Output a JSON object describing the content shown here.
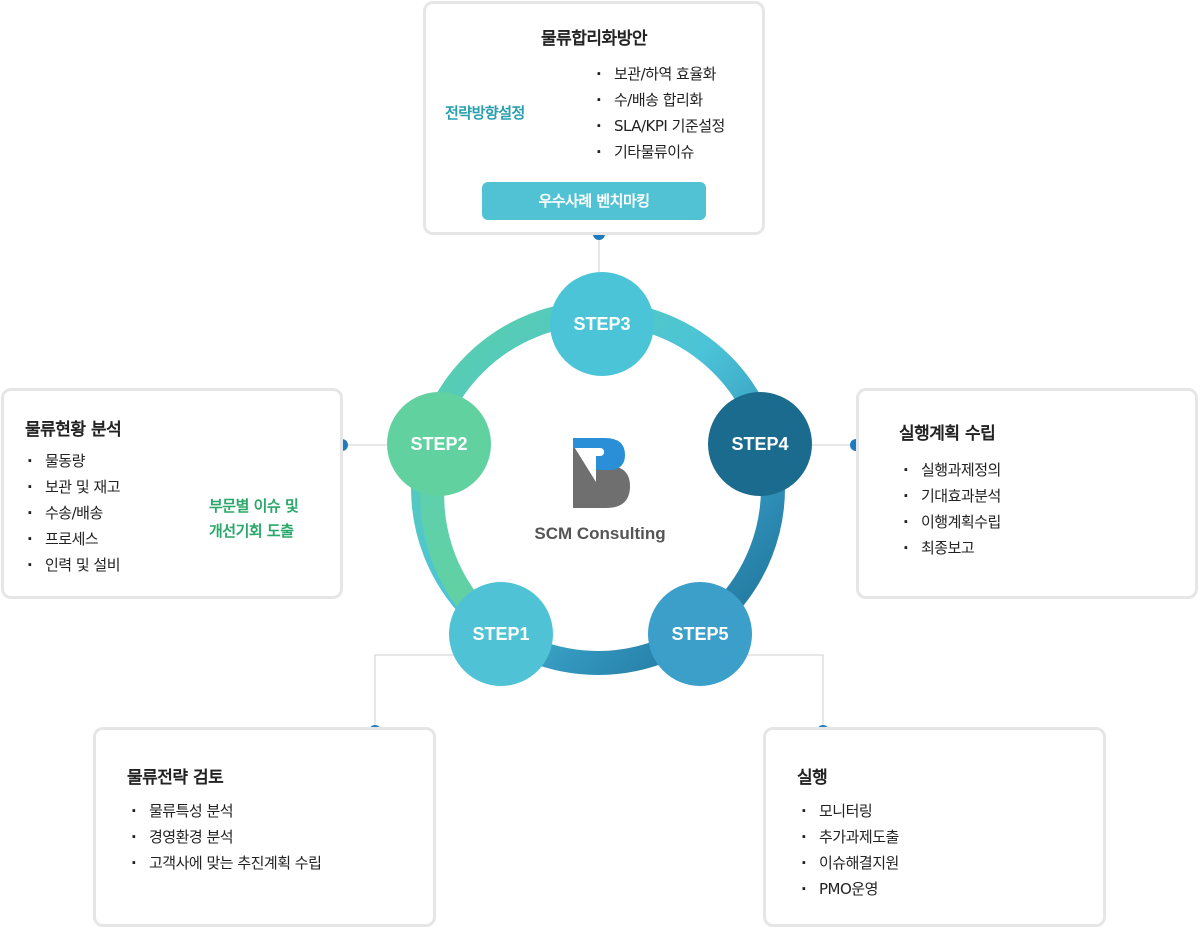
{
  "colors": {
    "step1": "#4fc3d5",
    "step2": "#62d1a0",
    "step3": "#4cc4d8",
    "step4": "#1b6b8e",
    "step5": "#3b9fc9",
    "dot": "#1e7bc0",
    "green_accent": "#2aa86a",
    "teal_accent": "#2a9fb0",
    "benchmark_bg": "#50c2d3"
  },
  "center": {
    "logo_icon": "b-logo-icon",
    "label": "SCM Consulting"
  },
  "steps": {
    "step1": "STEP1",
    "step2": "STEP2",
    "step3": "STEP3",
    "step4": "STEP4",
    "step5": "STEP5"
  },
  "box_top": {
    "title": "물류합리화방안",
    "left_label": "전략방향설정",
    "items": [
      "보관/하역 효율화",
      "수/배송 합리화",
      "SLA/KPI 기준설정",
      "기타물류이슈"
    ],
    "benchmark_label": "우수사례 벤치마킹"
  },
  "box_left": {
    "title": "물류현황 분석",
    "items": [
      "물동량",
      "보관 및 재고",
      "수송/배송",
      "프로세스",
      "인력 및 설비"
    ],
    "result_line1": "부문별 이슈 및",
    "result_line2": "개선기회 도출"
  },
  "box_right": {
    "title": "실행계획 수립",
    "items": [
      "실행과제정의",
      "기대효과분석",
      "이행계획수립",
      "최종보고"
    ]
  },
  "box_bottom_left": {
    "title": "물류전략 검토",
    "items": [
      "물류특성 분석",
      "경영환경 분석",
      "고객사에 맞는 추진계획 수립"
    ]
  },
  "box_bottom_right": {
    "title": "실행",
    "items": [
      "모니터링",
      "추가과제도출",
      "이슈해결지원",
      "PMO운영"
    ]
  }
}
